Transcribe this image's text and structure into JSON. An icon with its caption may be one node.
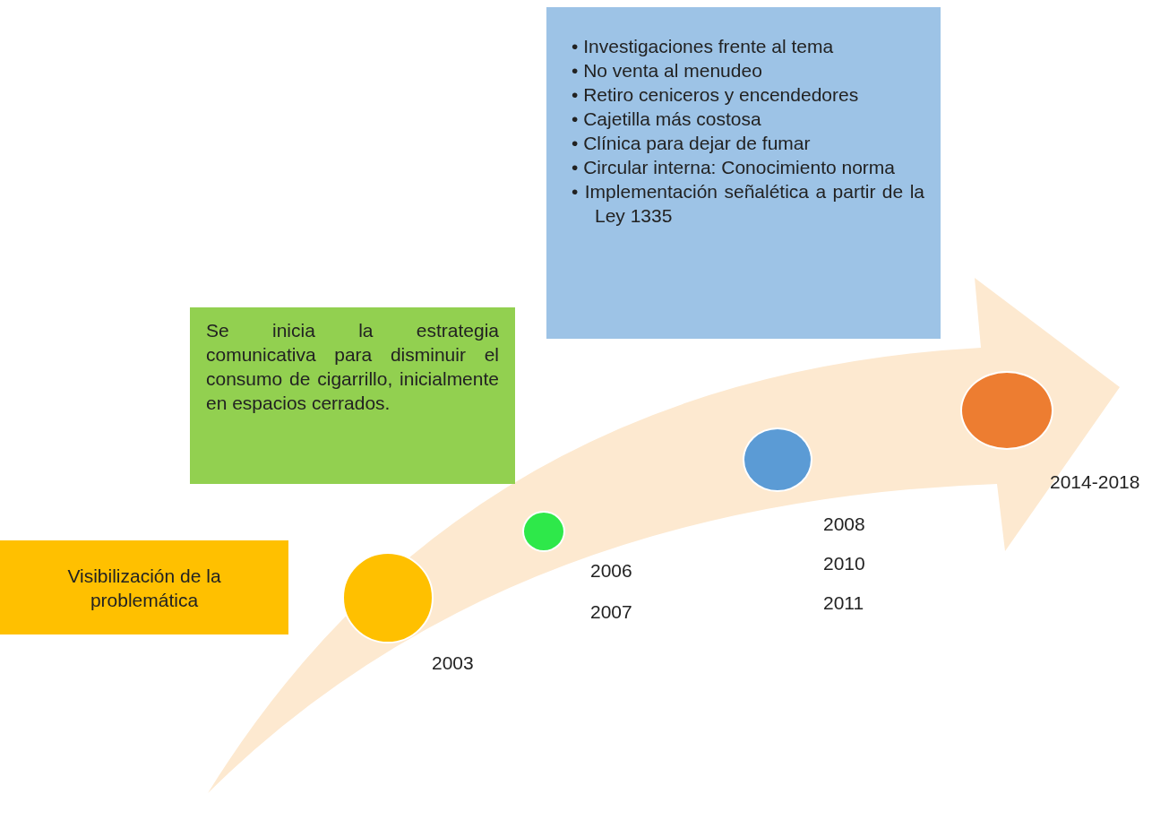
{
  "diagram": {
    "nodes": [
      {
        "text": [
          "Visibilización de la problemática"
        ]
      },
      {
        "text": [
          "Se inicia la estrategia comunicativa para disminuir el consumo de cigarrillo, inicialmente en espacios cerrados."
        ]
      },
      {
        "text": [
          "• Investigaciones frente al tema",
          "• No venta al menudeo",
          "• Retiro ceniceros y encendedores",
          "• Cajetilla más costosa",
          "• Clínica para dejar de fumar",
          "• Circular interna: Conocimiento norma",
          "• Implementación señalética a partir de la Ley 1335"
        ]
      },
      {
        "text": [],
        "shape": "circle",
        "beside": [
          "2003"
        ]
      },
      {
        "text": [],
        "shape": "circle",
        "beside": [
          "2006",
          "2007"
        ]
      },
      {
        "text": [],
        "shape": "circle",
        "beside": [
          "2008",
          "2010",
          "2011"
        ]
      },
      {
        "text": [],
        "shape": "circle",
        "beside": [
          "2014-2018"
        ]
      }
    ]
  }
}
